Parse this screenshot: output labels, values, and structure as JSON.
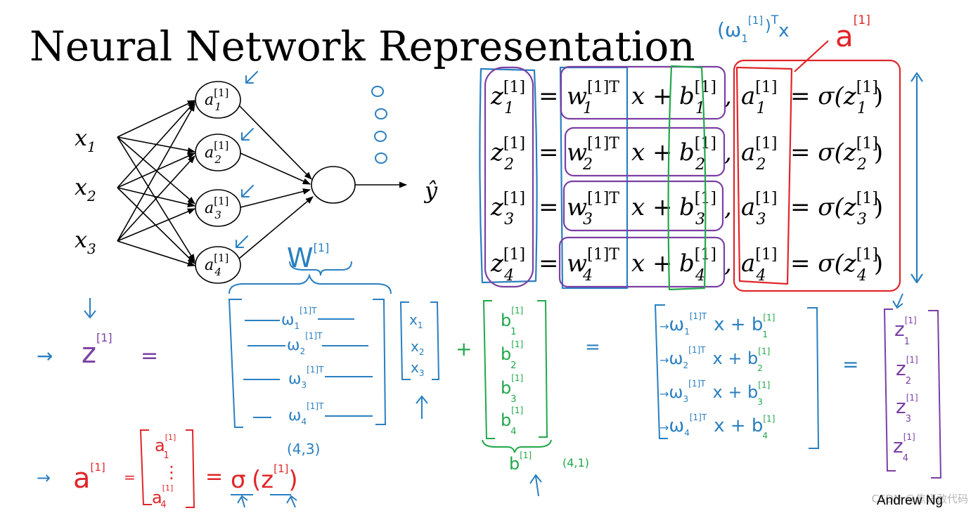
{
  "title": "Neural Network Representation",
  "author": "Andrew Ng",
  "watermark": "CSDN @焦妍敢代码",
  "colors": {
    "ink": "#000000",
    "blue": "#2a7fc1",
    "purple": "#7a3fa3",
    "green": "#21a84a",
    "red": "#e0262a",
    "teal": "#1f9bb5"
  },
  "network": {
    "inputs": [
      "x",
      "x",
      "x"
    ],
    "input_subs": [
      "1",
      "2",
      "3"
    ],
    "hidden_base": "a",
    "hidden_sup": "[1]",
    "hidden_subs": [
      "1",
      "2",
      "3",
      "4"
    ],
    "output": "ŷ"
  },
  "equations": {
    "rows": [
      {
        "z": "z",
        "sup": "[1]",
        "sub": "1",
        "w": "w",
        "wsup": "[1]T",
        "x": "x + ",
        "b": "b",
        "a": "a",
        "sigma": "= σ(z",
        "close": ")"
      },
      {
        "z": "z",
        "sup": "[1]",
        "sub": "2",
        "w": "w",
        "wsup": "[1]T",
        "x": "x + ",
        "b": "b",
        "a": "a",
        "sigma": "= σ(z",
        "close": ")"
      },
      {
        "z": "z",
        "sup": "[1]",
        "sub": "3",
        "w": "w",
        "wsup": "[1]T",
        "x": "x + ",
        "b": "b",
        "a": "a",
        "sigma": "= σ(z",
        "close": ")"
      },
      {
        "z": "z",
        "sup": "[1]",
        "sub": "4",
        "w": "w",
        "wsup": "[1]T",
        "x": "x + ",
        "b": "b",
        "a": "a",
        "sigma": "= σ(z",
        "close": ")"
      }
    ],
    "eq": "=",
    "comma": ","
  },
  "annotations": {
    "top_wTx": "(ω",
    "top_wTx_sub": "1",
    "top_wTx_sup": "[1]",
    "top_wTx_T": "T",
    "top_wTx_x": "x",
    "top_a": "a",
    "top_a_sup": "[1]",
    "W_label": "W",
    "W_label_sup": "[1]",
    "z_label": "z",
    "z_label_sup": "[1]",
    "matrix_rows": [
      "ω",
      "ω",
      "ω",
      "ω"
    ],
    "matrix_subs": [
      "1",
      "2",
      "3",
      "4"
    ],
    "matrix_sup": "[1]T",
    "x_vec": [
      "x",
      "x",
      "x"
    ],
    "x_vec_subs": [
      "1",
      "2",
      "3"
    ],
    "b_vec": [
      "b",
      "b",
      "b",
      "b"
    ],
    "b_vec_subs": [
      "1",
      "2",
      "3",
      "4"
    ],
    "b_vec_sup": "[1]",
    "dims_W": "(4,3)",
    "b_label": "b",
    "b_label_sup": "[1]",
    "dims_b": "(4,1)",
    "result_rows": [
      "ω",
      "ω",
      "ω",
      "ω"
    ],
    "result_x": "x + b",
    "z_vec": [
      "z",
      "z",
      "z",
      "z"
    ],
    "plus": "+",
    "equals": "=",
    "arrow": "→",
    "a_label": "a",
    "a_label_sup": "[1]",
    "a_vec_top": "a",
    "a_vec_top_sub": "1",
    "a_vec_bottom": "a",
    "a_vec_bottom_sub": "4",
    "a_vec_dots": "⋮",
    "sigma": "σ",
    "sigma_z": "(z",
    "sigma_close": ")"
  }
}
